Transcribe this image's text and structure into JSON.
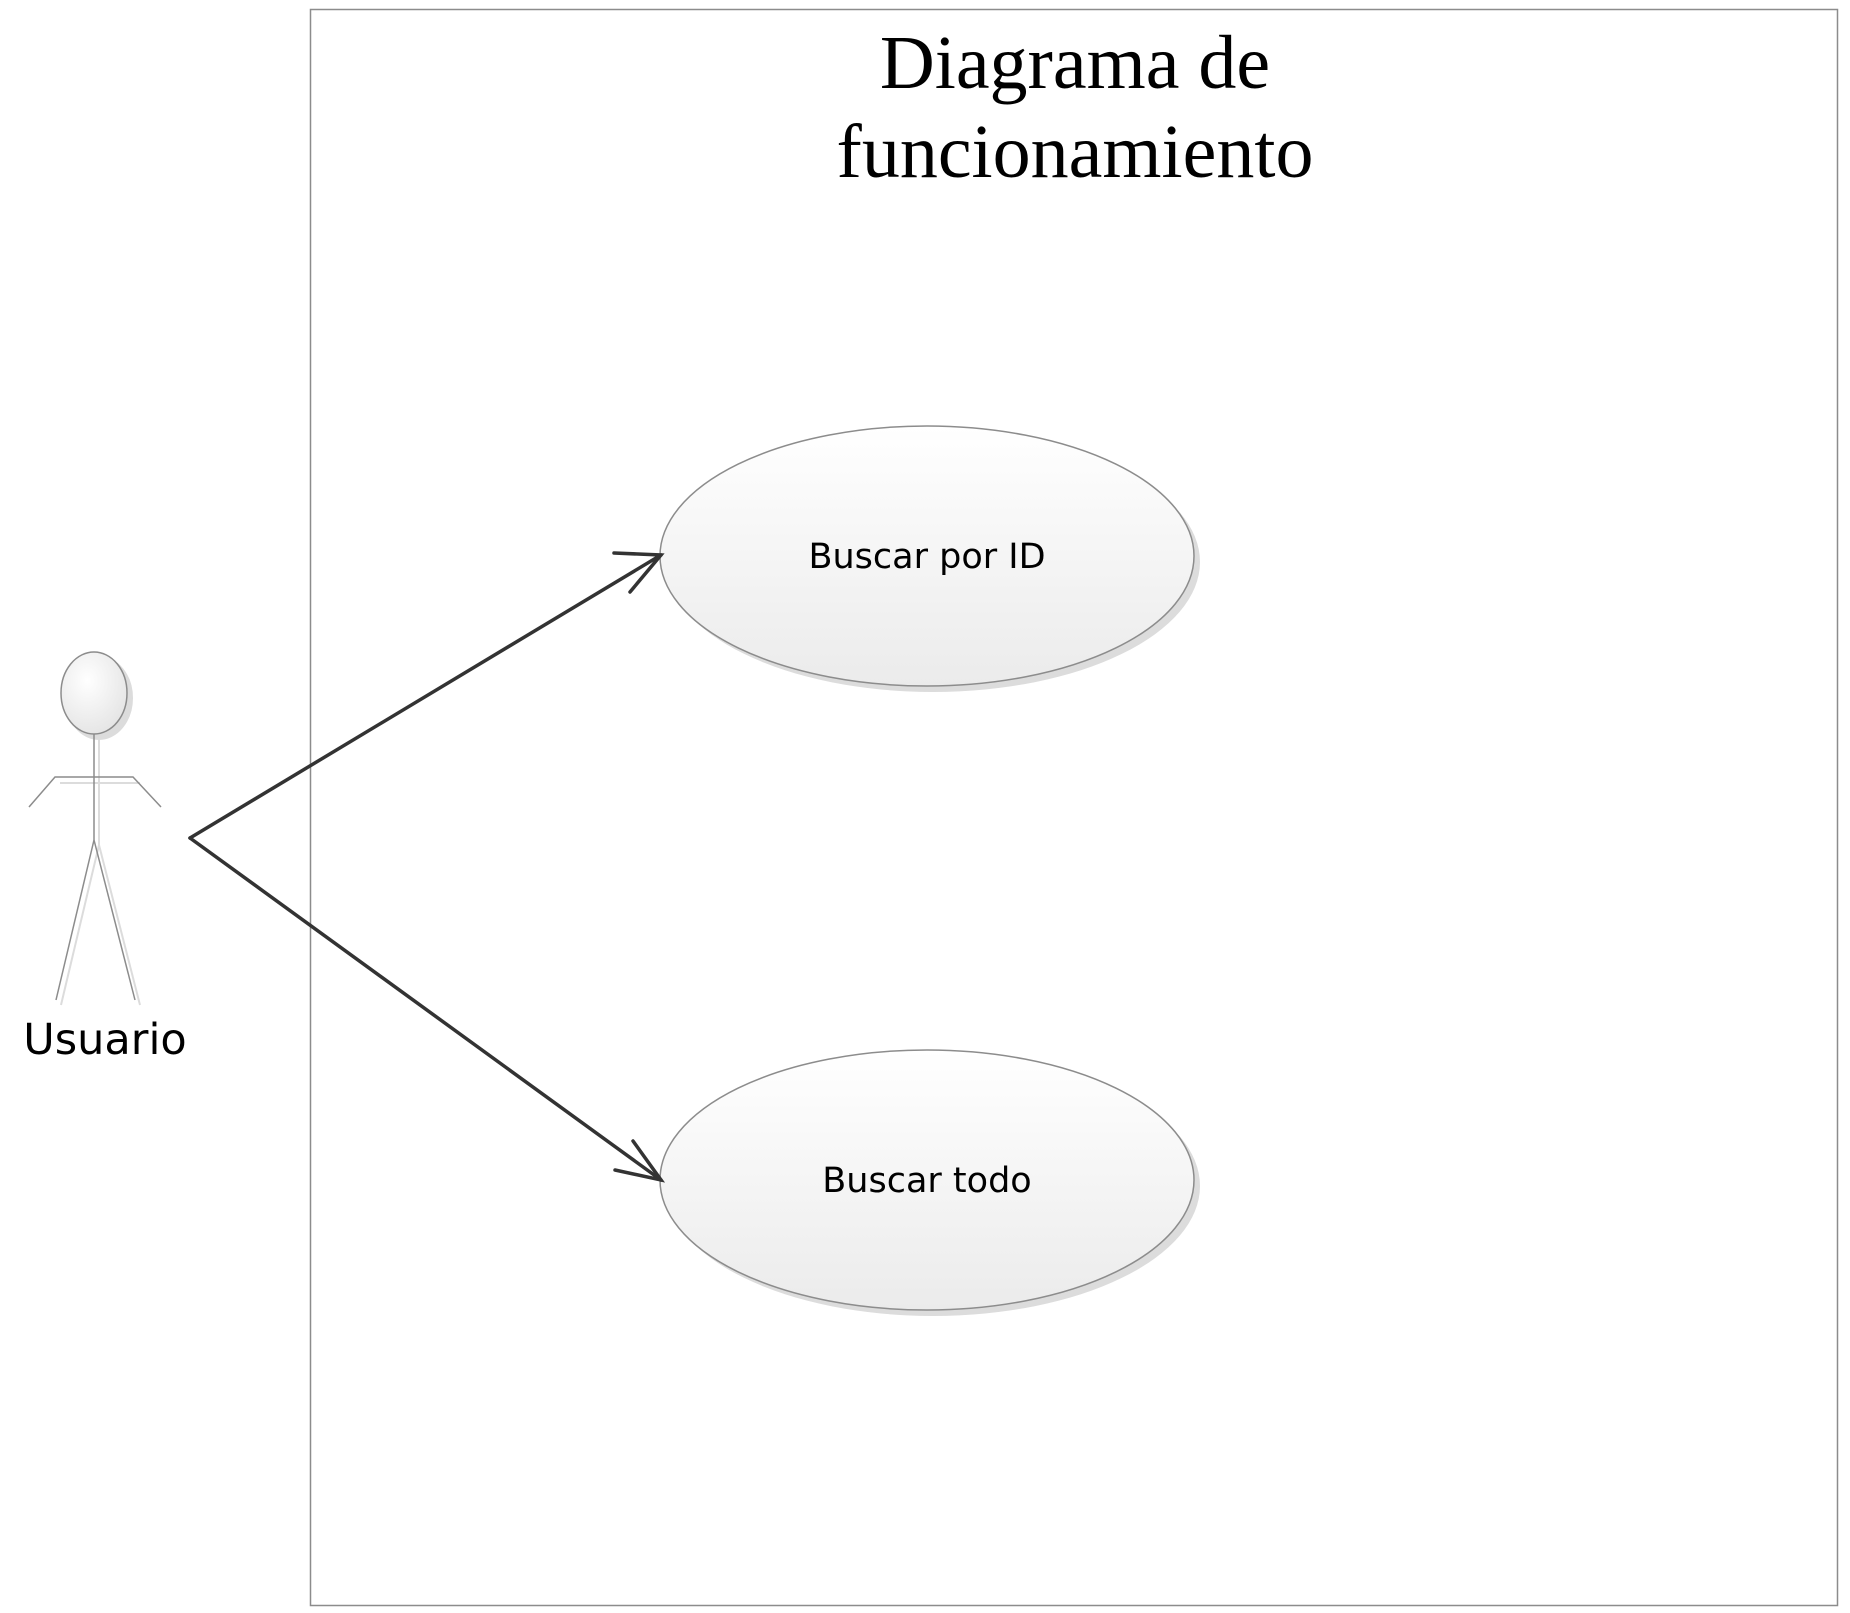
{
  "system": {
    "title_line1": "Diagrama de",
    "title_line2": "funcionamiento"
  },
  "actor": {
    "name": "Usuario"
  },
  "use_cases": [
    {
      "label": "Buscar por ID"
    },
    {
      "label": "Buscar todo"
    }
  ],
  "associations": [
    {
      "from": "Usuario",
      "to": "Buscar por ID",
      "arrow": "open"
    },
    {
      "from": "Usuario",
      "to": "Buscar todo",
      "arrow": "open"
    }
  ],
  "colors": {
    "border": "#8c8c8c",
    "line": "#333333",
    "ellipse_light": "#ffffff",
    "ellipse_dark": "#e9e9e9",
    "shadow": "#d9d9d9"
  }
}
